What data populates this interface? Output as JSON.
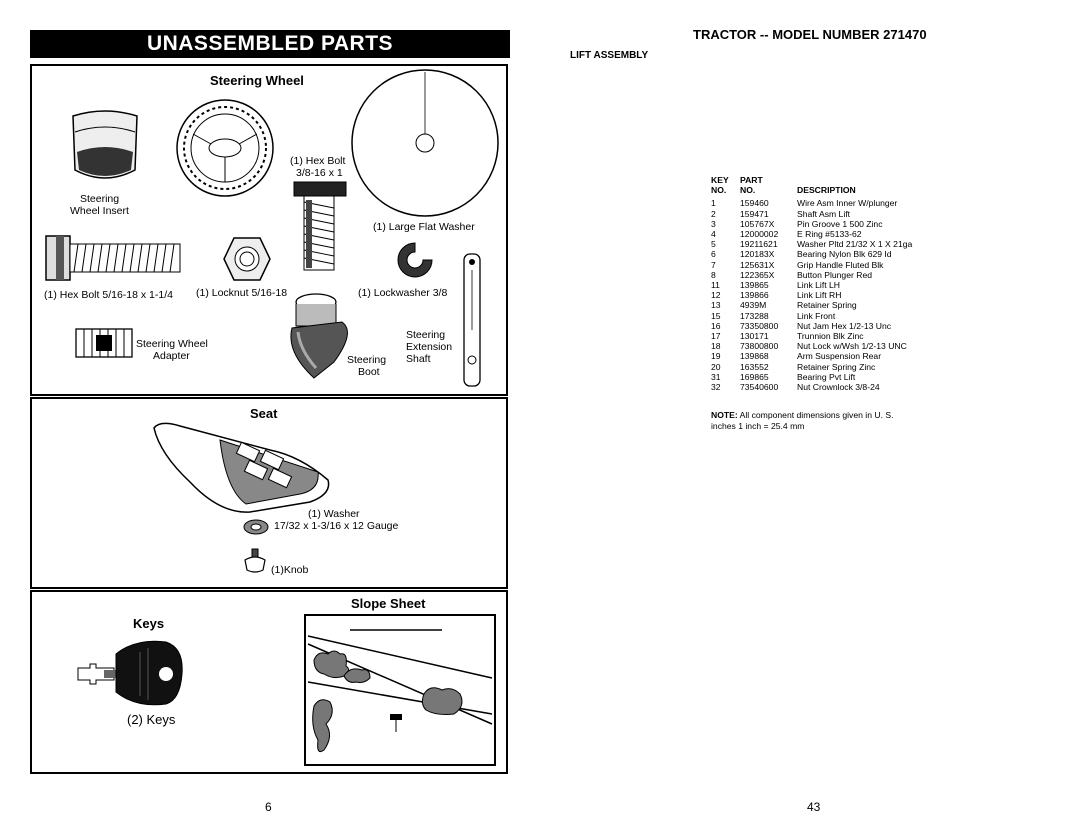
{
  "left_page": {
    "banner": "UNASSEMBLED PARTS",
    "page_number": "6",
    "steering": {
      "title": "Steering Wheel",
      "insert_label_1": "Steering",
      "insert_label_2": "Wheel Insert",
      "hex_bolt_top_1": "(1) Hex Bolt",
      "hex_bolt_top_2": "3/8-16 x 1",
      "flat_washer": "(1) Large Flat Washer",
      "hex_bolt_left": "(1) Hex Bolt  5/16-18 x 1-1/4",
      "locknut": "(1) Locknut  5/16-18",
      "lockwasher": "(1) Lockwasher  3/8",
      "adapter_1": "Steering Wheel",
      "adapter_2": "Adapter",
      "boot_1": "Steering",
      "boot_2": "Boot",
      "ext_1": "Steering",
      "ext_2": "Extension",
      "ext_3": "Shaft"
    },
    "seat": {
      "title": "Seat",
      "washer_1": "(1) Washer",
      "washer_2": "17/32 x 1-3/16 x 12 Gauge",
      "knob": "(1)Knob"
    },
    "keys": {
      "title": "Keys",
      "count_label": "(2) Keys"
    },
    "slope": {
      "title": "Slope Sheet"
    }
  },
  "right_page": {
    "title": "TRACTOR -- MODEL NUMBER 271470",
    "subtitle": "LIFT ASSEMBLY",
    "page_number": "43",
    "table": {
      "header_row1": [
        "KEY",
        "PART",
        ""
      ],
      "header_row2": [
        "NO.",
        "NO.",
        "DESCRIPTION"
      ],
      "rows": [
        [
          "1",
          "159460",
          "Wire Asm Inner W/plunger"
        ],
        [
          "2",
          "159471",
          "Shaft Asm Lift"
        ],
        [
          "3",
          "105767X",
          "Pin Groove 1 500 Zinc"
        ],
        [
          "4",
          "12000002",
          "E Ring #5133-62"
        ],
        [
          "5",
          "19211621",
          "Washer Pltd 21/32 X 1 X 21ga"
        ],
        [
          "6",
          "120183X",
          "Bearing Nylon Blk 629 Id"
        ],
        [
          "7",
          "125631X",
          "Grip Handle Fluted Blk"
        ],
        [
          "8",
          "122365X",
          "Button Plunger Red"
        ],
        [
          "11",
          "139865",
          "Link Lift LH"
        ],
        [
          "12",
          "139866",
          "Link Lift RH"
        ],
        [
          "13",
          "4939M",
          "Retainer Spring"
        ],
        [
          "15",
          "173288",
          "Link Front"
        ],
        [
          "16",
          "73350800",
          "Nut Jam Hex 1/2-13 Unc"
        ],
        [
          "17",
          "130171",
          "Trunnion Blk Zinc"
        ],
        [
          "18",
          "73800800",
          "Nut Lock  w/Wsh 1/2-13 UNC"
        ],
        [
          "19",
          "139868",
          "Arm Suspension Rear"
        ],
        [
          "20",
          "163552",
          "Retainer Spring Zinc"
        ],
        [
          "31",
          "169865",
          "Bearing Pvt Lift"
        ],
        [
          "32",
          "73540600",
          "Nut Crownlock  3/8-24"
        ]
      ]
    },
    "note_label": "NOTE:",
    "note_text": "All component dimensions given in U. S.",
    "note_text_2": "inches 1 inch = 25.4 mm"
  }
}
